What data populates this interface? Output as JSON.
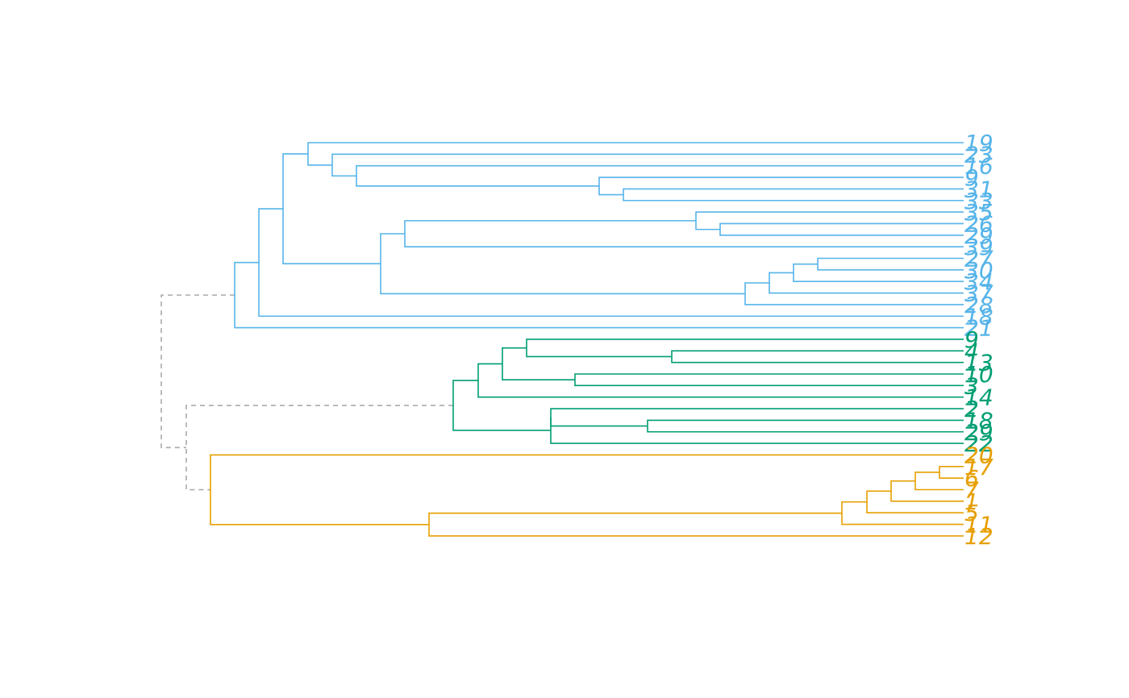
{
  "colors": {
    "cluster_blue": "#56b4e9",
    "cluster_green": "#009e73",
    "cluster_orange": "#e69f00",
    "root_gray": "#aaaaaa"
  },
  "dendrogram": {
    "orientation": "root-left",
    "root_line_style": "dashed",
    "leaves": [
      {
        "label": "19",
        "cluster": "blue"
      },
      {
        "label": "23",
        "cluster": "blue"
      },
      {
        "label": "16",
        "cluster": "blue"
      },
      {
        "label": "9",
        "cluster": "blue"
      },
      {
        "label": "31",
        "cluster": "blue"
      },
      {
        "label": "33",
        "cluster": "blue"
      },
      {
        "label": "35",
        "cluster": "blue"
      },
      {
        "label": "26",
        "cluster": "blue"
      },
      {
        "label": "29",
        "cluster": "blue"
      },
      {
        "label": "39",
        "cluster": "blue"
      },
      {
        "label": "27",
        "cluster": "blue"
      },
      {
        "label": "30",
        "cluster": "blue"
      },
      {
        "label": "34",
        "cluster": "blue"
      },
      {
        "label": "37",
        "cluster": "blue"
      },
      {
        "label": "28",
        "cluster": "blue"
      },
      {
        "label": "18",
        "cluster": "blue"
      },
      {
        "label": "21",
        "cluster": "blue"
      },
      {
        "label": "9",
        "cluster": "green"
      },
      {
        "label": "4",
        "cluster": "green"
      },
      {
        "label": "13",
        "cluster": "green"
      },
      {
        "label": "10",
        "cluster": "green"
      },
      {
        "label": "3",
        "cluster": "green"
      },
      {
        "label": "14",
        "cluster": "green"
      },
      {
        "label": "2",
        "cluster": "green"
      },
      {
        "label": "18",
        "cluster": "green"
      },
      {
        "label": "29",
        "cluster": "green"
      },
      {
        "label": "22",
        "cluster": "green"
      },
      {
        "label": "20",
        "cluster": "orange"
      },
      {
        "label": "17",
        "cluster": "orange"
      },
      {
        "label": "6",
        "cluster": "orange"
      },
      {
        "label": "7",
        "cluster": "orange"
      },
      {
        "label": "1",
        "cluster": "orange"
      },
      {
        "label": "5",
        "cluster": "orange"
      },
      {
        "label": "11",
        "cluster": "orange"
      },
      {
        "label": "12",
        "cluster": "orange"
      }
    ]
  }
}
